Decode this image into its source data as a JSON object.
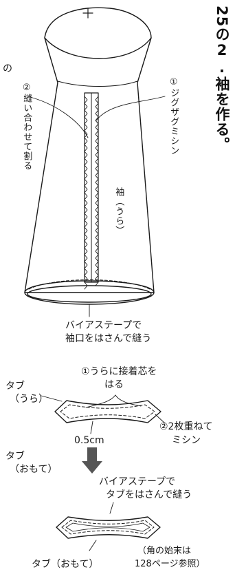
{
  "step": {
    "number": "25",
    "heading": "の2.袖を作る。"
  },
  "sleeve": {
    "left_edge_fragment": "の",
    "seam_note": "②縫い合わせて割る",
    "zigzag_note": "①ジグザグミシン",
    "sleeve_label": "袖（うら）",
    "bias_note_line1": "バイアステープで",
    "bias_note_line2": "袖口をはさんで縫う"
  },
  "tab": {
    "interfacing_line1": "①うらに接着芯を",
    "interfacing_line2": "はる",
    "tab_back_line1": "タブ",
    "tab_back_line2": "（うら）",
    "stack_line1": "②2枚重ねて",
    "stack_line2": "ミシン",
    "seam_allowance": "0.5cm",
    "tab_front_line1": "タブ",
    "tab_front_line2": "（おもて）",
    "bias_tab_line1": "バイアステープで",
    "bias_tab_line2": "タブをはさんで縫う",
    "corner_note_line1": "（角の始末は",
    "corner_note_line2": "128ページ参照）",
    "tab_front_bottom": "タブ（おもて）"
  }
}
